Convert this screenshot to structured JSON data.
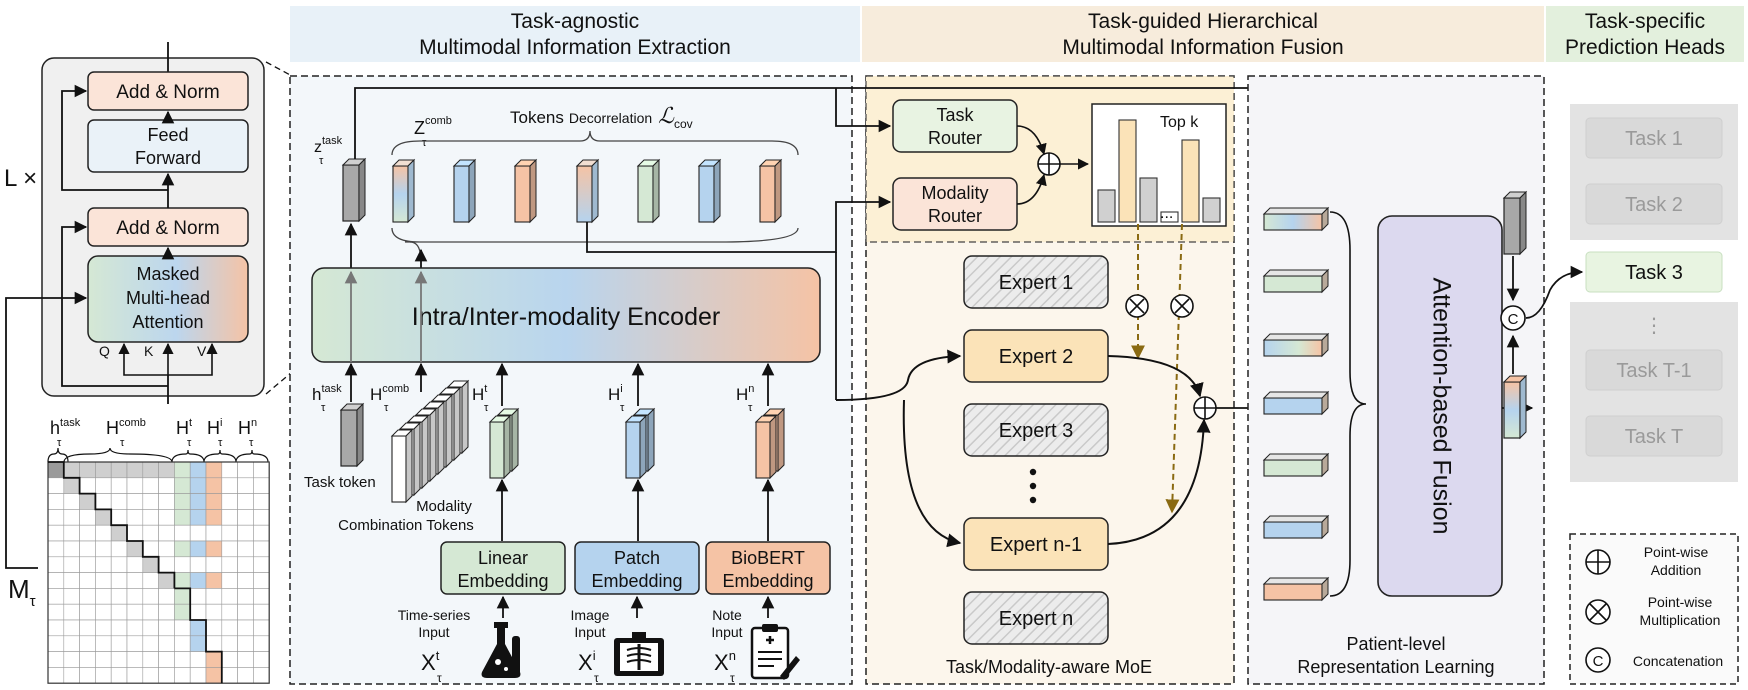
{
  "headers": {
    "extraction_l1": "Task-agnostic",
    "extraction_l2": "Multimodal Information Extraction",
    "fusion_l1": "Task-guided Hierarchical",
    "fusion_l2": "Multimodal Information Fusion",
    "heads_l1": "Task-specific",
    "heads_l2": "Prediction Heads"
  },
  "transformer": {
    "repeat": "L ×",
    "add_norm_top": "Add & Norm",
    "feed_forward_l1": "Feed",
    "feed_forward_l2": "Forward",
    "add_norm_bottom": "Add & Norm",
    "attn_l1": "Masked",
    "attn_l2": "Multi-head",
    "attn_l3": "Attention",
    "q": "Q",
    "k": "K",
    "v": "V"
  },
  "mask": {
    "h_task": "h",
    "h_task_sup": "task",
    "h_comb": "H",
    "h_comb_sup": "comb",
    "h_t": "H",
    "h_t_sup": "t",
    "h_i": "H",
    "h_i_sup": "i",
    "h_n": "H",
    "h_n_sup": "n",
    "tau": "τ",
    "m_label": "M",
    "m_sub": "τ"
  },
  "extraction": {
    "z_task": "z",
    "z_task_sup": "task",
    "z_comb": "Z",
    "z_comb_sup": "comb",
    "tokens_a": "Tokens",
    "tokens_b": "Decorrelation",
    "loss": "ℒ",
    "loss_sub": "cov",
    "encoder": "Intra/Inter-modality Encoder",
    "h_task": "h",
    "h_task_sup": "task",
    "h_comb": "H",
    "h_comb_sup": "comb",
    "h_t": "H",
    "h_t_sup": "t",
    "h_i": "H",
    "h_i_sup": "i",
    "h_n": "H",
    "h_n_sup": "n",
    "tau": "τ",
    "task_token": "Task token",
    "modality_l1": "Modality",
    "modality_l2": "Combination Tokens",
    "linear_l1": "Linear",
    "linear_l2": "Embedding",
    "patch_l1": "Patch",
    "patch_l2": "Embedding",
    "biobert_l1": "BioBERT",
    "biobert_l2": "Embedding",
    "ts_l1": "Time-series",
    "ts_l2": "Input",
    "img_l1": "Image",
    "img_l2": "Input",
    "note_l1": "Note",
    "note_l2": "Input",
    "x": "X",
    "x_t_sup": "t",
    "x_i_sup": "i",
    "x_n_sup": "n"
  },
  "moe": {
    "task_router_l1": "Task",
    "task_router_l2": "Router",
    "modality_router_l1": "Modality",
    "modality_router_l2": "Router",
    "top_k": "Top k",
    "ellipsis": "...",
    "expert_1": "Expert 1",
    "expert_2": "Expert 2",
    "expert_3": "Expert 3",
    "expert_n1": "Expert n-1",
    "expert_n": "Expert n",
    "title": "Task/Modality-aware MoE"
  },
  "fusion": {
    "attention": "Attention-based Fusion",
    "patient_l1": "Patient-level",
    "patient_l2": "Representation Learning"
  },
  "heads": {
    "task_1": "Task 1",
    "task_2": "Task 2",
    "task_3": "Task 3",
    "dots": "⋮",
    "task_t1": "Task T-1",
    "task_t": "Task T"
  },
  "legend": {
    "add_l1": "Point-wise",
    "add_l2": "Addition",
    "mul_l1": "Point-wise",
    "mul_l2": "Multiplication",
    "concat": "Concatenation",
    "concat_symbol": "C"
  },
  "colors": {
    "green": "#d5e8d4",
    "blue": "#b5d3ee",
    "orange": "#f5c3a5",
    "gray_token": "#a8a8a8",
    "extraction_bg": "#e8f1f8",
    "fusion_bg": "#f7ecdc",
    "heads_bg": "#e3f0dd",
    "expert_active": "#fbe3b8",
    "router": "#fbe4d8",
    "attention_fusion": "#dcd9ef",
    "task_active": "#e8f4e1",
    "task_inactive": "#e3e3e3",
    "dashed_arrow": "#8a6a12"
  }
}
